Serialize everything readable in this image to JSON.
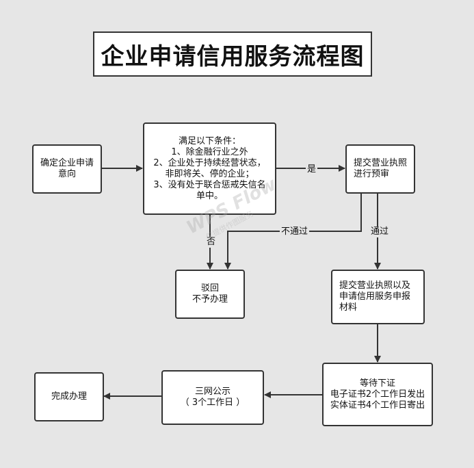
{
  "title": "企业申请信用服务流程图",
  "nodes": {
    "intent": [
      "确定企业申请",
      "意向"
    ],
    "conditions": [
      "满足以下条件：",
      "1、除金融行业之外",
      "2、企业处于持续经营状态，",
      "非即将关、停的企业；",
      "3、没有处于联合惩戒失信名",
      "单中。"
    ],
    "pre_review": [
      "提交营业执照",
      "进行预审"
    ],
    "reject": [
      "驳回",
      "不予办理"
    ],
    "submit_materials": [
      "提交营业执照以及",
      "申请信用服务申报",
      "材料"
    ],
    "wait_cert": [
      "等待下证",
      "电子证书2个工作日发出",
      "实体证书4个工作日寄出"
    ],
    "publicity": [
      "三网公示",
      "（ 3个工作日 ）"
    ],
    "done": [
      "完成办理"
    ]
  },
  "edge_labels": {
    "yes": "是",
    "no": "否",
    "not_passed": "不通过",
    "passed": "通过"
  },
  "watermark": {
    "brand": "WPS Flow",
    "note": "仅提供作图服务"
  }
}
